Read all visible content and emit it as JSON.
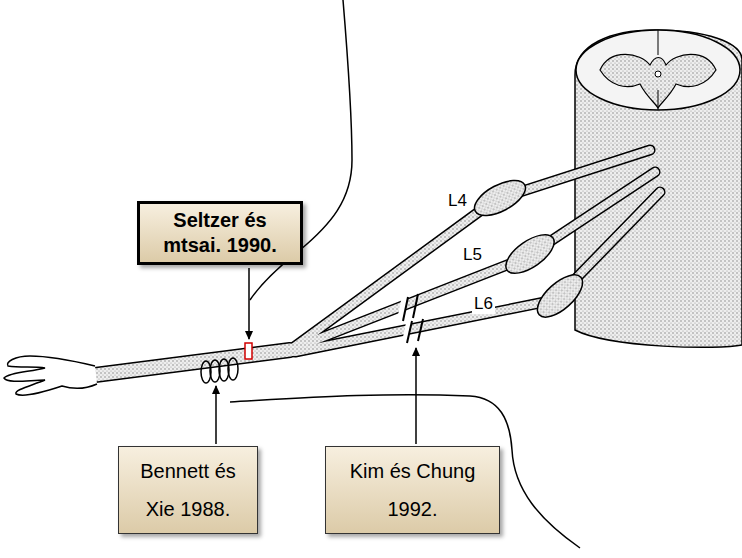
{
  "diagram": {
    "nodes": [
      {
        "text": [
          "Seltzer és mtsai. 1990."
        ]
      },
      {
        "text": [
          "Bennett és Xie 1988."
        ]
      },
      {
        "text": [
          "Kim és Chung 1992."
        ]
      }
    ],
    "labels": [
      "L4",
      "L5",
      "L6"
    ]
  }
}
